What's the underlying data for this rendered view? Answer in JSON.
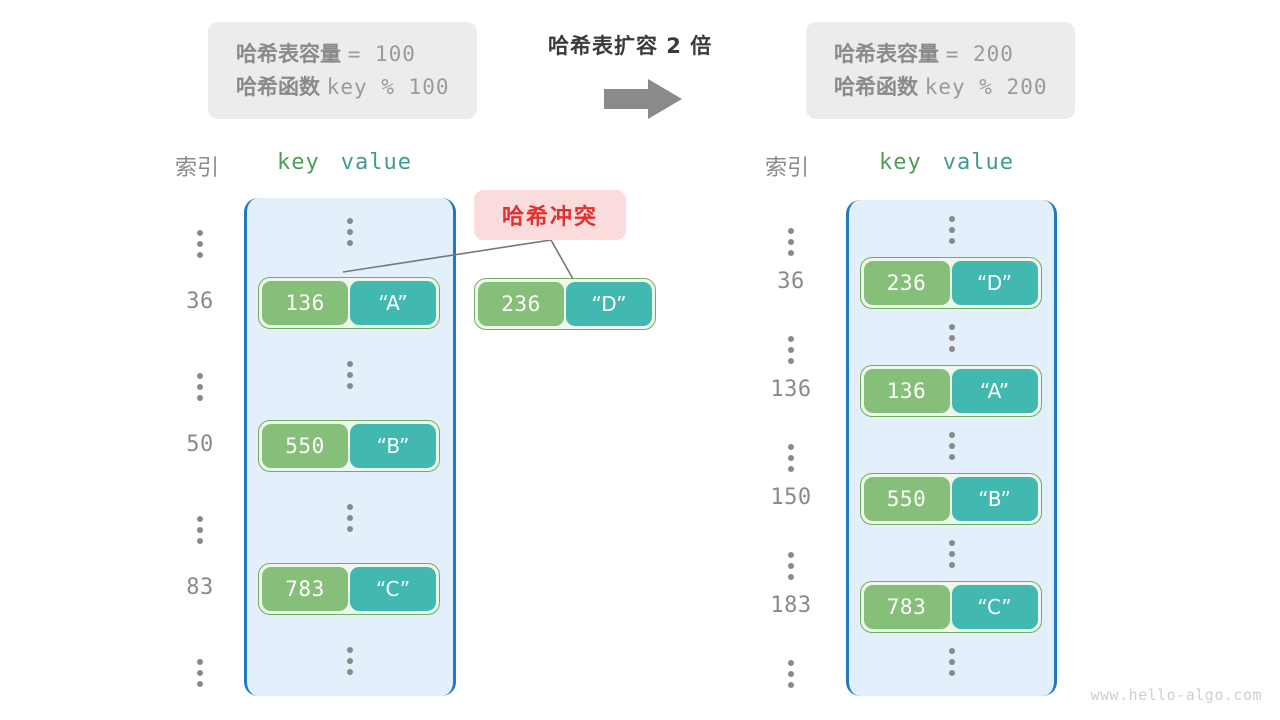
{
  "diagram": {
    "conversion_title": "哈希表扩容 2 倍",
    "arrow_color": "#8a8a8a",
    "watermark": "www.hello-algo.com"
  },
  "before": {
    "capacity_label": "哈希表容量",
    "capacity_value": "= 100",
    "function_label": "哈希函数",
    "function_value": "key % 100",
    "header_index": "索引",
    "header_key": "key",
    "header_value": "value",
    "rows": [
      {
        "index": "⋮",
        "type": "dots"
      },
      {
        "index": "36",
        "type": "pair",
        "key": "136",
        "value": "“A”"
      },
      {
        "index": "⋮",
        "type": "dots"
      },
      {
        "index": "50",
        "type": "pair",
        "key": "550",
        "value": "“B”"
      },
      {
        "index": "⋮",
        "type": "dots"
      },
      {
        "index": "83",
        "type": "pair",
        "key": "783",
        "value": "“C”"
      },
      {
        "index": "⋮",
        "type": "dots"
      }
    ],
    "collision": {
      "badge": "哈希冲突",
      "key": "236",
      "value": "“D”"
    }
  },
  "after": {
    "capacity_label": "哈希表容量",
    "capacity_value": "= 200",
    "function_label": "哈希函数",
    "function_value": "key % 200",
    "header_index": "索引",
    "header_key": "key",
    "header_value": "value",
    "rows": [
      {
        "index": "⋮",
        "type": "dots"
      },
      {
        "index": "36",
        "type": "pair",
        "key": "236",
        "value": "“D”"
      },
      {
        "index": "⋮",
        "type": "dots"
      },
      {
        "index": "136",
        "type": "pair",
        "key": "136",
        "value": "“A”"
      },
      {
        "index": "⋮",
        "type": "dots"
      },
      {
        "index": "150",
        "type": "pair",
        "key": "550",
        "value": "“B”"
      },
      {
        "index": "⋮",
        "type": "dots"
      },
      {
        "index": "183",
        "type": "pair",
        "key": "783",
        "value": "“C”"
      },
      {
        "index": "⋮",
        "type": "dots"
      }
    ]
  },
  "colors": {
    "key_box": "#86bf79",
    "value_box": "#41b8b0",
    "panel_fill": "#e3effa",
    "panel_border": "#1f7ac4",
    "collision_bg": "#fadcdc",
    "collision_text": "#e03030"
  }
}
